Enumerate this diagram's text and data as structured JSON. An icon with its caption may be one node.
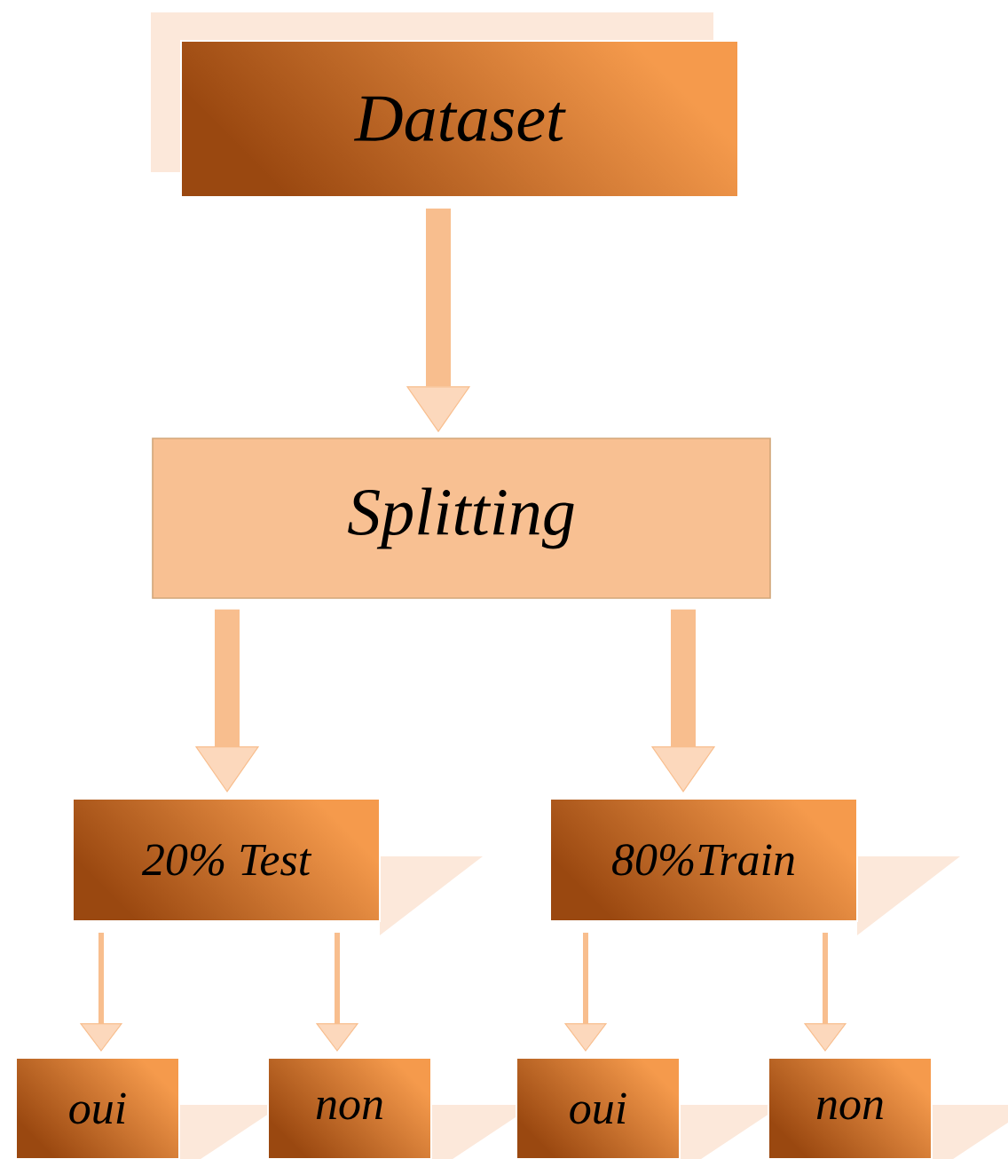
{
  "diagram": {
    "nodes": [
      {
        "text": [
          "Dataset"
        ]
      },
      {
        "text": [
          "Splitting"
        ]
      },
      {
        "text": [
          "20% Test"
        ]
      },
      {
        "text": [
          "80%Train"
        ]
      },
      {
        "text": [
          "oui"
        ]
      },
      {
        "text": [
          "non"
        ]
      },
      {
        "text": [
          "oui"
        ]
      },
      {
        "text": [
          "non"
        ]
      }
    ],
    "edges": [
      {
        "from": 0,
        "to": 1,
        "arrow": "to",
        "style": "thick"
      },
      {
        "from": 1,
        "to": 2,
        "arrow": "to",
        "style": "thick"
      },
      {
        "from": 1,
        "to": 3,
        "arrow": "to",
        "style": "thick"
      },
      {
        "from": 2,
        "to": 4,
        "arrow": "to"
      },
      {
        "from": 2,
        "to": 5,
        "arrow": "to"
      },
      {
        "from": 3,
        "to": 6,
        "arrow": "to"
      },
      {
        "from": 3,
        "to": 7,
        "arrow": "to"
      }
    ]
  }
}
